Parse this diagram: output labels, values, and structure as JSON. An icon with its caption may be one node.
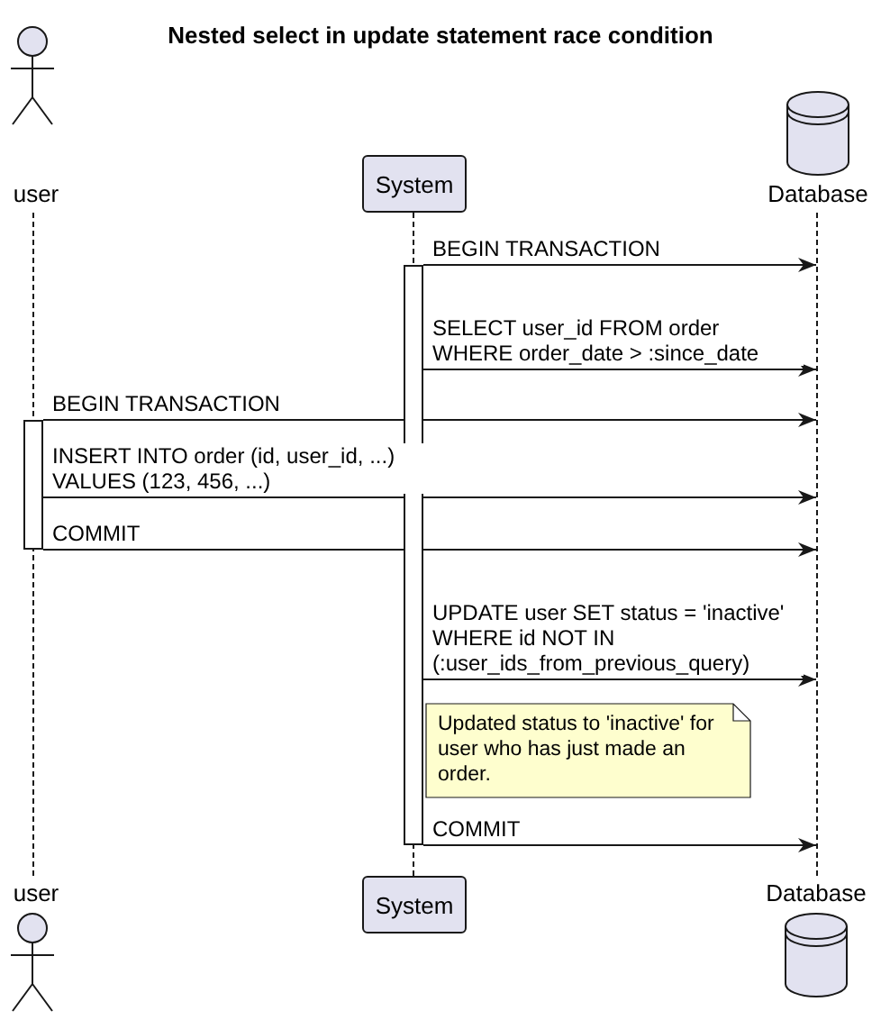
{
  "diagram": {
    "title": "Nested select in update statement race condition",
    "nodes": [
      {
        "text": [
          "user"
        ]
      },
      {
        "text": [
          "System"
        ]
      },
      {
        "text": [
          "Database"
        ]
      },
      {
        "text": [],
        "shape": "line"
      },
      {
        "text": [],
        "shape": "line"
      },
      {
        "text": [],
        "shape": "line"
      },
      {
        "text": [],
        "shape": "bar"
      },
      {
        "text": [],
        "shape": "bar"
      },
      {
        "text": [
          "Updated status to 'inactive' for user who has just made an order."
        ]
      },
      {
        "text": [
          "user"
        ]
      },
      {
        "text": [
          "System"
        ]
      },
      {
        "text": [
          "Database"
        ]
      }
    ],
    "edges": [
      {
        "from": 6,
        "to": 5,
        "arrow": "to",
        "label": "BEGIN TRANSACTION"
      },
      {
        "from": 6,
        "to": 5,
        "arrow": "to",
        "label": "SELECT user_id FROM order WHERE order_date > :since_date"
      },
      {
        "from": 7,
        "to": 5,
        "arrow": "to",
        "label": "BEGIN TRANSACTION"
      },
      {
        "from": 7,
        "to": 5,
        "arrow": "to",
        "label": "INSERT INTO order (id, user_id, ...) VALUES (123, 456, ...)"
      },
      {
        "from": 7,
        "to": 5,
        "arrow": "to",
        "label": "COMMIT"
      },
      {
        "from": 6,
        "to": 5,
        "arrow": "to",
        "label": "UPDATE user SET status = 'inactive' WHERE id NOT IN (:user_ids_from_previous_query)"
      },
      {
        "from": 6,
        "to": 5,
        "arrow": "to",
        "label": "COMMIT"
      }
    ]
  }
}
